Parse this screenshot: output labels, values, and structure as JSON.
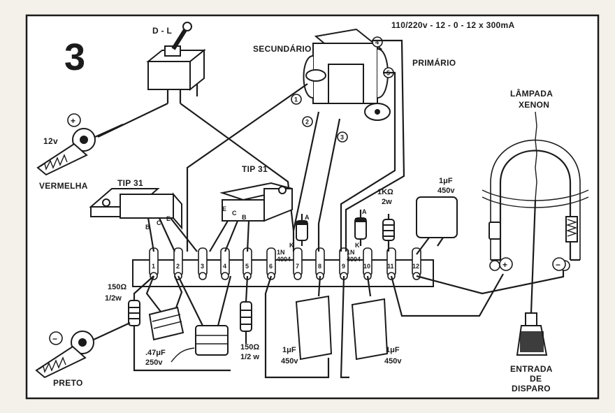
{
  "figure_number": "3",
  "transformer_rating": "110/220v - 12 - 0 - 12 x 300mA",
  "labels": {
    "switch": "D - L",
    "secondary": "SECUNDÁRIO",
    "primary": "PRIMÁRIO",
    "lamp_line1": "LÂMPADA",
    "lamp_line2": "XENON",
    "voltage_12v": "12v",
    "red_clip": "VERMELHA",
    "black_clip": "PRETO",
    "transistor_left": "TIP 31",
    "transistor_right": "TIP 31",
    "trigger_line1": "ENTRADA",
    "trigger_line2": "DE",
    "trigger_line3": "DISPARO",
    "plus": "+",
    "minus": "−"
  },
  "transistor_pins": [
    "B",
    "C",
    "E"
  ],
  "transformer_wires": [
    "1",
    "2",
    "3",
    "4",
    "5"
  ],
  "terminal_numbers": [
    "1",
    "2",
    "3",
    "4",
    "5",
    "6",
    "7",
    "8",
    "9",
    "10",
    "11",
    "12"
  ],
  "components": {
    "res_150_left": [
      "150Ω",
      "1/2w"
    ],
    "cap_47uf": [
      ".47μF",
      "250v"
    ],
    "res_150_mid": [
      "150Ω",
      "1/2 w"
    ],
    "cap_1uf_a": [
      "1μF",
      "450v"
    ],
    "cap_1uf_b": [
      "1μF",
      "450v"
    ],
    "res_1k": [
      "1KΩ",
      "2w"
    ],
    "cap_1uf_top": [
      "1μF",
      "450v"
    ],
    "diode_1": [
      "1N",
      "4004"
    ],
    "diode_2": [
      "1N",
      "4004"
    ],
    "diode_pins": [
      "A",
      "K"
    ]
  }
}
